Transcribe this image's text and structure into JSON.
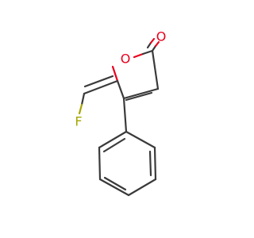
{
  "molecule": {
    "atoms": {
      "ring_oxygen": "O",
      "carbonyl_oxygen": "O",
      "fluorine": "F"
    },
    "colors": {
      "bond": "#3a3a3a",
      "oxygen": "#e8001c",
      "fluorine": "#a6a600"
    }
  }
}
